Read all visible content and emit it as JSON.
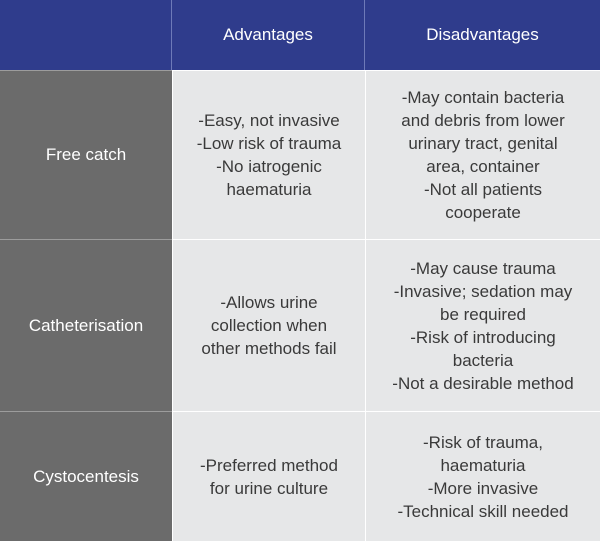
{
  "header": {
    "corner": "",
    "col1": "Advantages",
    "col2": "Disadvantages"
  },
  "rows": [
    {
      "label": "Free catch",
      "advantages": [
        "-Easy, not invasive",
        "-Low risk of trauma",
        "-No iatrogenic",
        "haematuria"
      ],
      "disadvantages": [
        "-May contain bacteria",
        "and debris from lower",
        "urinary tract, genital",
        "area, container",
        "-Not all patients",
        "cooperate"
      ]
    },
    {
      "label": "Catheterisation",
      "advantages": [
        "-Allows urine",
        "collection when",
        "other methods fail"
      ],
      "disadvantages": [
        "-May cause trauma",
        "-Invasive; sedation may",
        "be required",
        "-Risk of introducing",
        "bacteria",
        "-Not a desirable method"
      ]
    },
    {
      "label": "Cystocentesis",
      "advantages": [
        "-Preferred method",
        "for urine culture"
      ],
      "disadvantages": [
        "-Risk of trauma,",
        "haematuria",
        "-More invasive",
        "-Technical skill needed"
      ]
    }
  ],
  "colors": {
    "header_bg": "#2f3c8c",
    "label_bg": "#6b6b6b",
    "body_bg": "#e6e7e8",
    "body_text": "#3a3a3a"
  }
}
